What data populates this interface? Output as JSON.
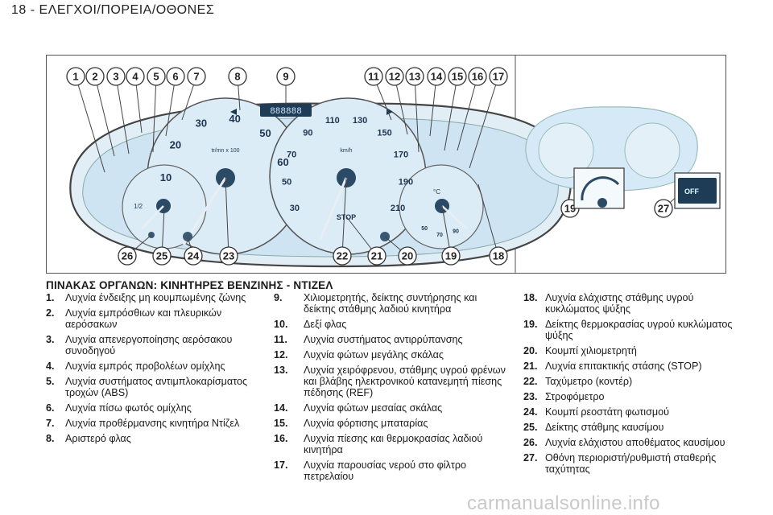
{
  "header": {
    "title": "18 - ΕΛΕΓΧΟΙ/ΠΟΡΕΙΑ/ΟΘΟΝΕΣ"
  },
  "figure": {
    "callouts_top": [
      "1",
      "2",
      "3",
      "4",
      "5",
      "6",
      "7",
      "8",
      "9",
      "11",
      "12",
      "13",
      "14",
      "15",
      "16",
      "17"
    ],
    "callouts_bottom": [
      "26",
      "25",
      "24",
      "23",
      "22",
      "21",
      "20",
      "19",
      "18"
    ],
    "callouts_side": [
      "19",
      "27"
    ],
    "rpm_ticks": [
      "10",
      "20",
      "30",
      "40",
      "50",
      "60"
    ],
    "rpm_unit": "tr/mn x 100",
    "speed_ticks": [
      "30",
      "50",
      "70",
      "90",
      "110",
      "130",
      "150",
      "170",
      "190",
      "210"
    ],
    "speed_unit": "km/h",
    "odometer": "888888",
    "stop_label": "STOP",
    "fuel_labels": [
      "1/2"
    ],
    "temp_labels": [
      "50",
      "70",
      "90",
      "°C"
    ],
    "display_text": "OFF",
    "colors": {
      "cluster": "#d4e8f4",
      "outline": "#444444",
      "callout": "#ffffff",
      "callout_stroke": "#333333"
    }
  },
  "section": {
    "title": "ΠΙΝΑΚΑΣ ΟΡΓΑΝΩΝ: ΚΙΝΗΤΗΡΕΣ ΒΕΝΖΙΝΗΣ - ΝΤΙΖΕΛ"
  },
  "items_col1": [
    {
      "n": "1.",
      "text": "Λυχνία ένδειξης μη κουμπωμένης ζώνης"
    },
    {
      "n": "2.",
      "text": "Λυχνία εμπρόσθιων και πλευρικών αερόσακων"
    },
    {
      "n": "3.",
      "text": "Λυχνία απενεργοποίησης αερόσακου συνοδηγού"
    },
    {
      "n": "4.",
      "text": "Λυχνία εμπρός προβολέων ομίχλης"
    },
    {
      "n": "5.",
      "text": "Λυχνία συστήματος αντιμπλοκαρίσματος τροχών (ABS)"
    },
    {
      "n": "6.",
      "text": "Λυχνία πίσω φωτός ομίχλης"
    },
    {
      "n": "7.",
      "text": "Λυχνία προθέρμανσης κινητήρα Ντίζελ"
    },
    {
      "n": "8.",
      "text": "Αριστερό φλας"
    }
  ],
  "items_col2": [
    {
      "n": "9.",
      "text": "Χιλιομετρητής, δείκτης συντήρησης και δείκτης στάθμης λαδιού κινητήρα"
    },
    {
      "n": "10.",
      "text": "Δεξί φλας"
    },
    {
      "n": "11.",
      "text": "Λυχνία συστήματος αντιρρύπανσης"
    },
    {
      "n": "12.",
      "text": "Λυχνία φώτων μεγάλης σκάλας"
    },
    {
      "n": "13.",
      "text": "Λυχνία χειρόφρενου, στάθμης υγρού φρένων και βλάβης ηλεκτρονικού κατανεμητή πίεσης πέδησης (REF)"
    },
    {
      "n": "14.",
      "text": "Λυχνία φώτων μεσαίας σκάλας"
    },
    {
      "n": "15.",
      "text": "Λυχνία φόρτισης μπαταρίας"
    },
    {
      "n": "16.",
      "text": "Λυχνία πίεσης και θερμοκρασίας λαδιού κινητήρα"
    },
    {
      "n": "17.",
      "text": "Λυχνία παρουσίας νερού στο φίλτρο πετρελαίου"
    }
  ],
  "items_col3": [
    {
      "n": "18.",
      "text": "Λυχνία ελάχιστης στάθμης υγρού κυκλώματος ψύξης"
    },
    {
      "n": "19.",
      "text": "Δείκτης θερμοκρασίας υγρού κυκλώματος ψύξης"
    },
    {
      "n": "20.",
      "text": "Κουμπί χιλιομετρητή"
    },
    {
      "n": "21.",
      "text": "Λυχνία επιτακτικής στάσης (STOP)"
    },
    {
      "n": "22.",
      "text": "Ταχύμετρο (κοντέρ)"
    },
    {
      "n": "23.",
      "text": "Στροφόμετρο"
    },
    {
      "n": "24.",
      "text": "Κουμπί ρεοστάτη φωτισμού"
    },
    {
      "n": "25.",
      "text": "Δείκτης στάθμης καυσίμου"
    },
    {
      "n": "26.",
      "text": "Λυχνία ελάχιστου αποθέματος καυσίμου"
    },
    {
      "n": "27.",
      "text": "Οθόνη περιοριστή/ρυθμιστή σταθερής ταχύτητας"
    }
  ],
  "watermark": {
    "text": "carmanualsonline.info"
  }
}
